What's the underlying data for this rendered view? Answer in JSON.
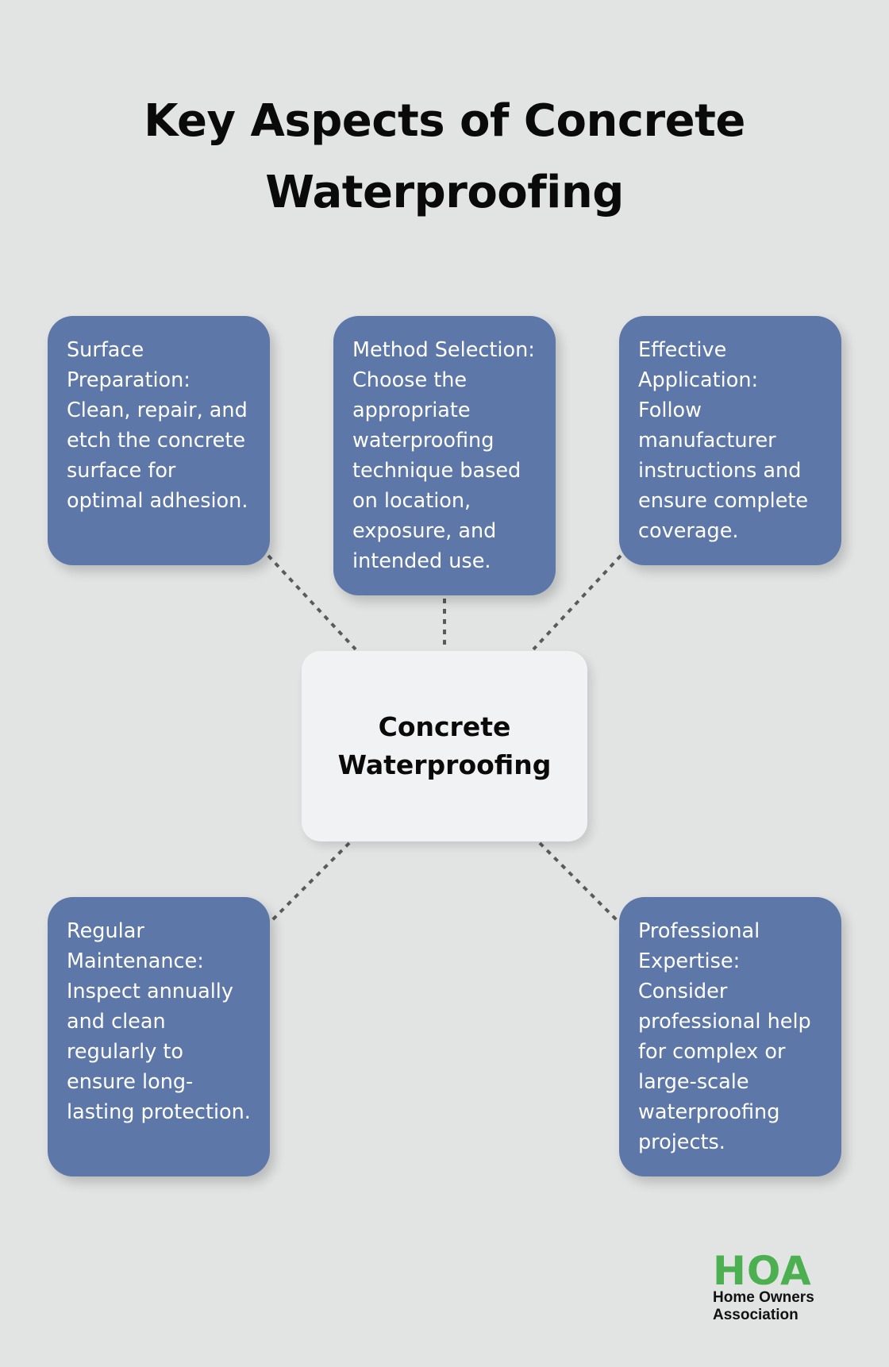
{
  "title": "Key Aspects of Concrete Waterproofing",
  "center": "Concrete Waterproofing",
  "cards": [
    "Surface Preparation: Clean, repair, and etch the concrete surface for optimal adhesion.",
    "Method Selection: Choose the appropriate waterproofing technique based on location, exposure, and intended use.",
    "Effective Application: Follow manufacturer instructions and ensure complete coverage.",
    "Regular Maintenance: Inspect annually and clean regularly to ensure long-lasting protection.",
    "Professional Expertise: Consider professional help for complex or large-scale waterproofing projects."
  ],
  "logo": {
    "mark": "HOA",
    "line1": "Home Owners",
    "line2": "Association"
  },
  "colors": {
    "background": "#e2e4e4",
    "card": "#5d77a8",
    "center": "#f1f2f3",
    "logo_green": "#4cb050"
  }
}
